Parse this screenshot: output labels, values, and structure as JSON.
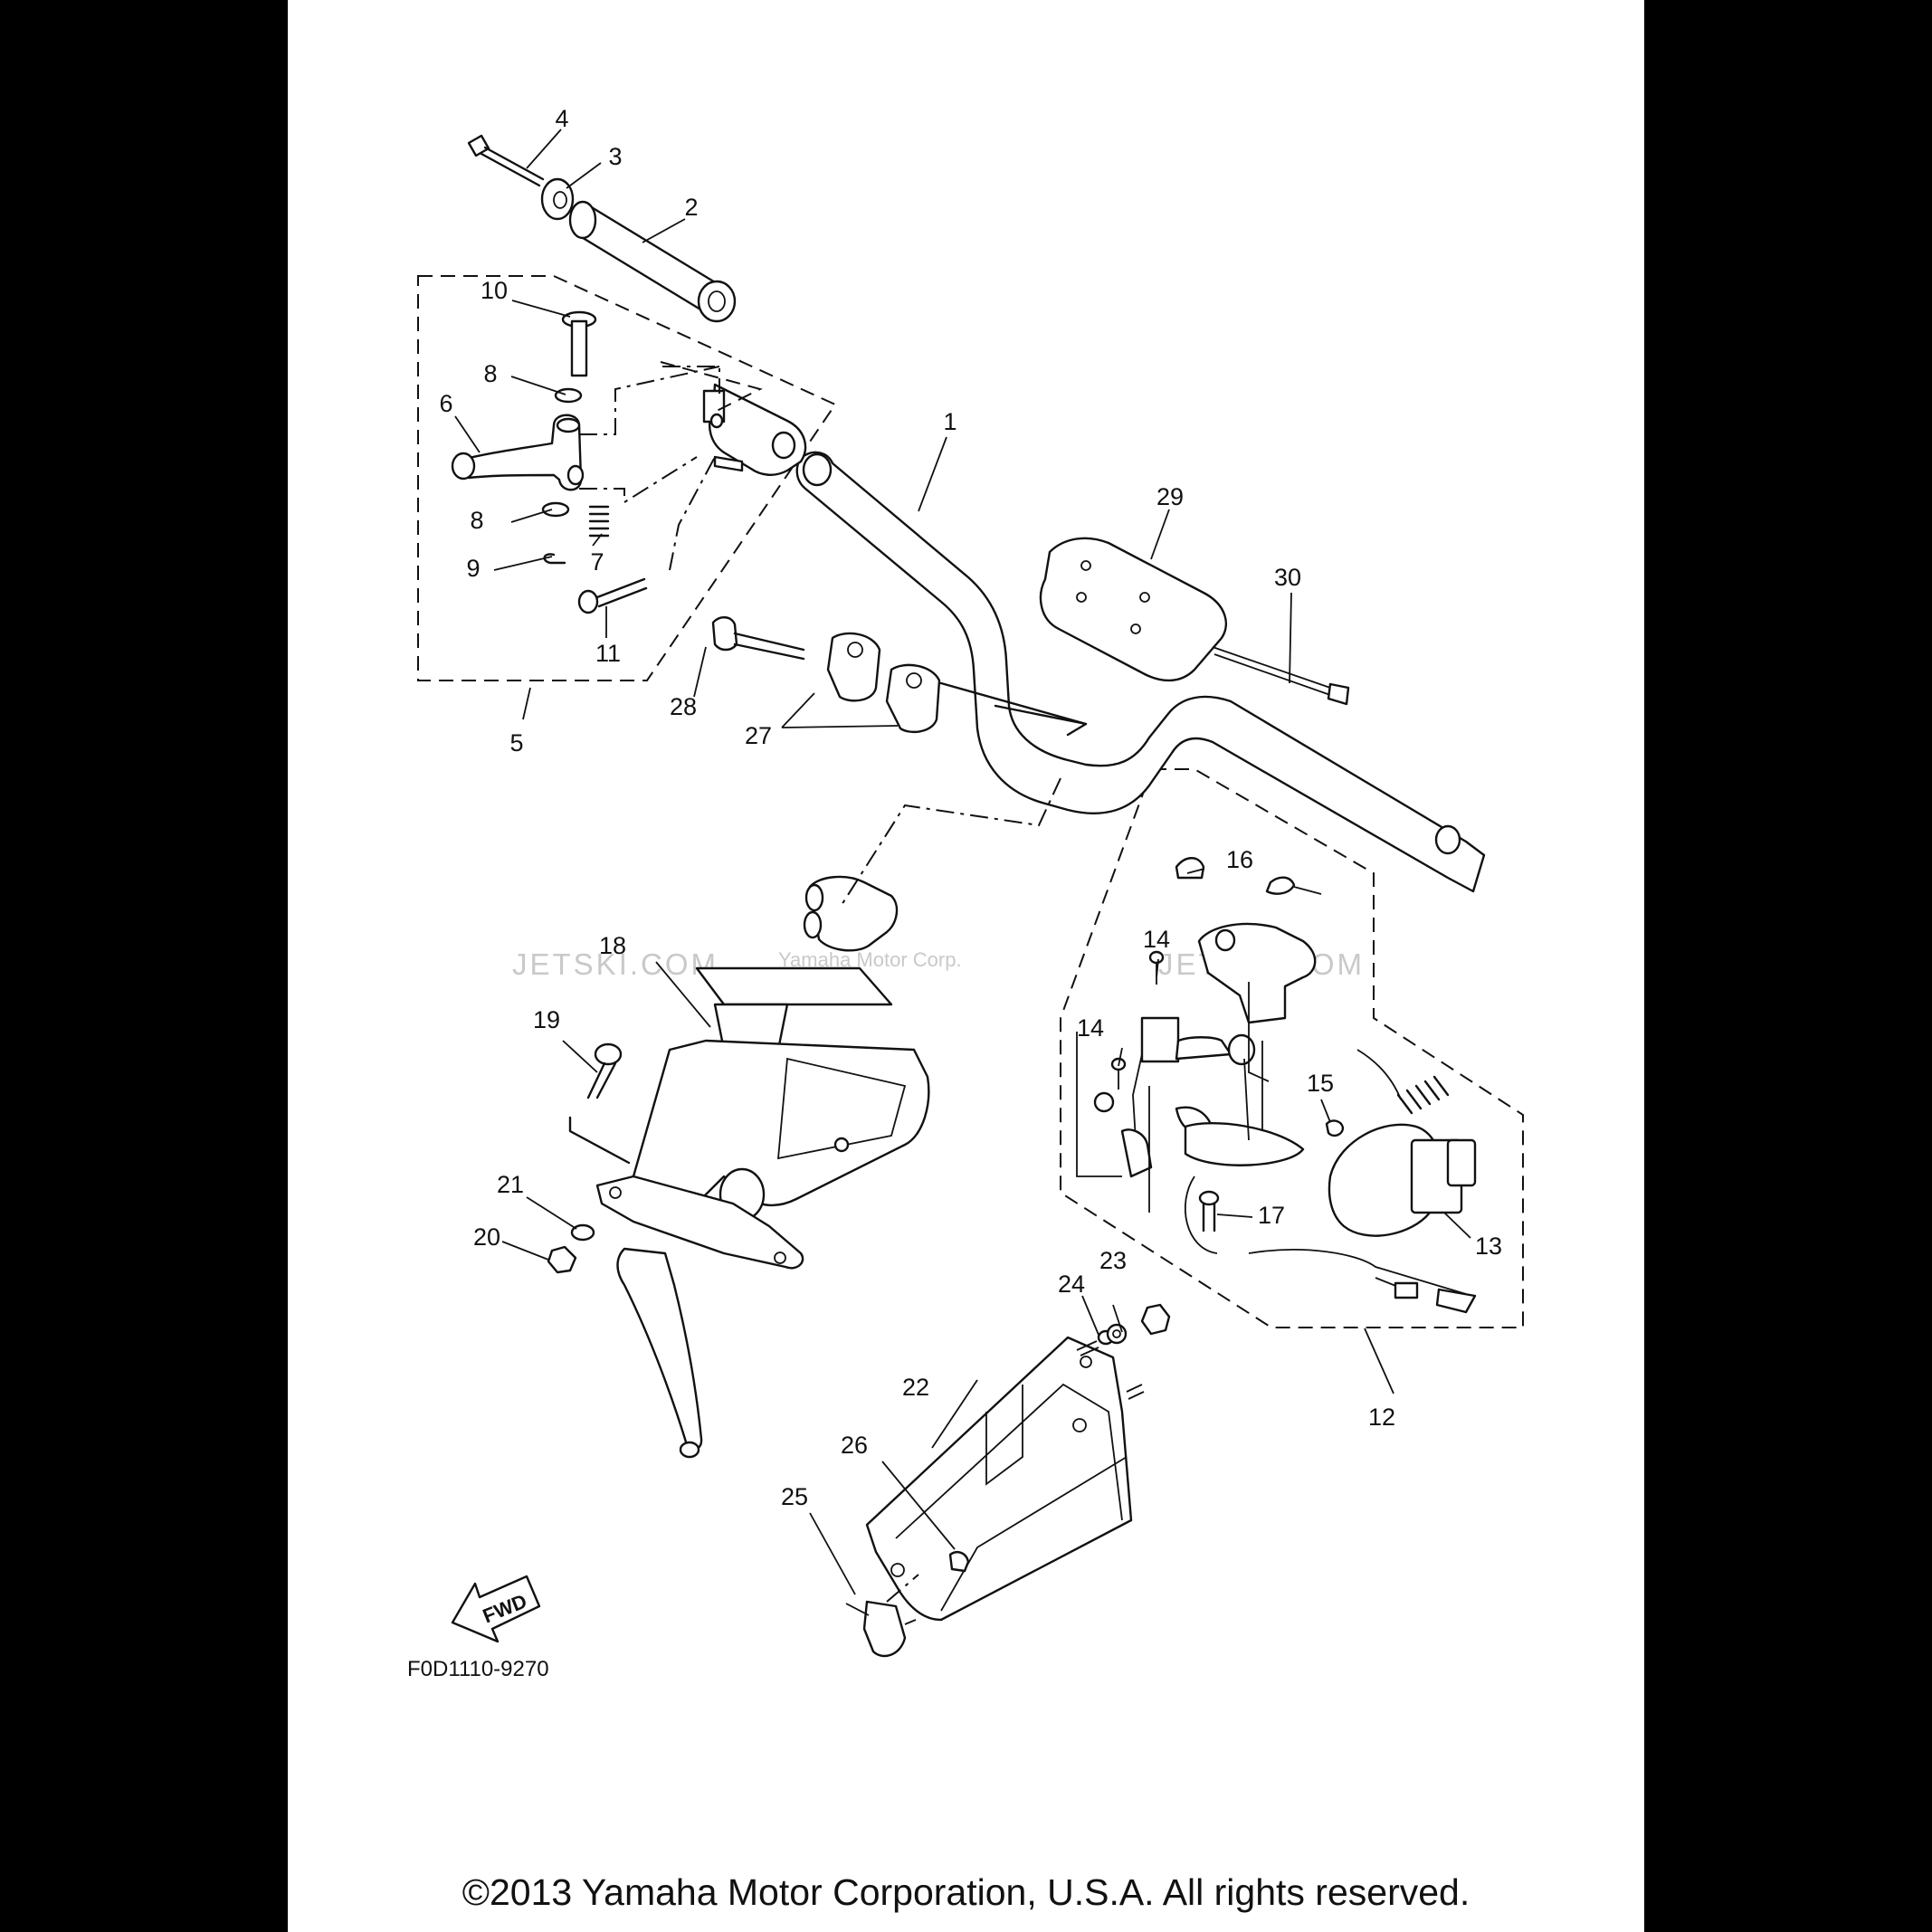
{
  "diagram": {
    "callouts": {
      "p1": "1",
      "p2": "2",
      "p3": "3",
      "p4": "4",
      "p5": "5",
      "p6": "6",
      "p7": "7",
      "p8a": "8",
      "p8b": "8",
      "p9": "9",
      "p10": "10",
      "p11": "11",
      "p12": "12",
      "p13": "13",
      "p14a": "14",
      "p14b": "14",
      "p15": "15",
      "p16": "16",
      "p17": "17",
      "p18": "18",
      "p19": "19",
      "p20": "20",
      "p21": "21",
      "p22": "22",
      "p23": "23",
      "p24": "24",
      "p25": "25",
      "p26": "26",
      "p27": "27",
      "p28": "28",
      "p29": "29",
      "p30": "30"
    },
    "fwd_label": "FWD",
    "drawing_code": "F0D1110-9270",
    "watermark_left": "JETSKI.COM",
    "watermark_center": "Yamaha Motor Corp.",
    "watermark_right": "JETSKI.COM"
  },
  "footer": {
    "copyright": "©2013 Yamaha Motor Corporation, U.S.A. All rights reserved."
  }
}
